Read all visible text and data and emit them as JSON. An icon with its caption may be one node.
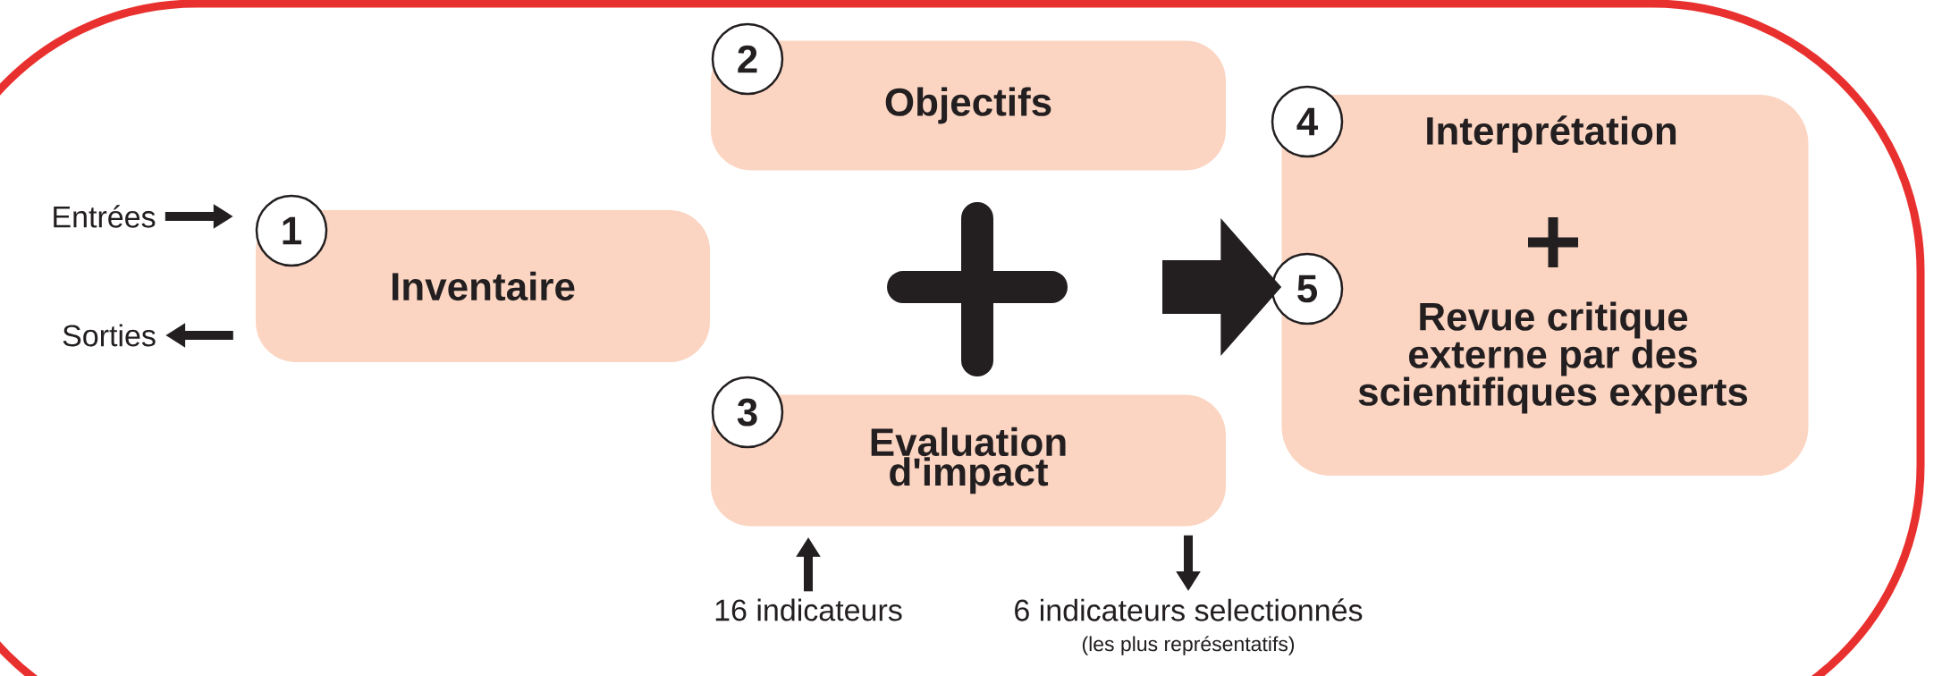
{
  "diagram": {
    "nodes": [
      {
        "text": [
          "Entrées"
        ]
      },
      {
        "text": [
          "Sorties"
        ]
      },
      {
        "text": [
          "1"
        ]
      },
      {
        "text": [
          "Inventaire"
        ]
      },
      {
        "text": [
          "2"
        ]
      },
      {
        "text": [
          "Objectifs"
        ]
      },
      {
        "text": [
          "3"
        ]
      },
      {
        "text": [
          "Evaluation d'impact"
        ]
      },
      {
        "text": [
          "4"
        ]
      },
      {
        "text": [
          "Interprétation",
          "Revue critique externe par des scientifiques experts"
        ]
      },
      {
        "text": [
          "5"
        ]
      },
      {
        "text": [
          "16 indicateurs"
        ]
      },
      {
        "text": [
          "6 indicateurs selectionnés"
        ],
        "beside": [
          "(les plus représentatifs)"
        ]
      }
    ],
    "edges": [
      {
        "from": 0,
        "to": 3,
        "arrow": "to"
      },
      {
        "from": 3,
        "to": 1,
        "arrow": "to"
      },
      {
        "from": 11,
        "to": 7,
        "arrow": "to"
      },
      {
        "from": 7,
        "to": 12,
        "arrow": "to"
      },
      {
        "from": null,
        "to": 9,
        "arrow": "to",
        "style": "thick"
      }
    ]
  }
}
